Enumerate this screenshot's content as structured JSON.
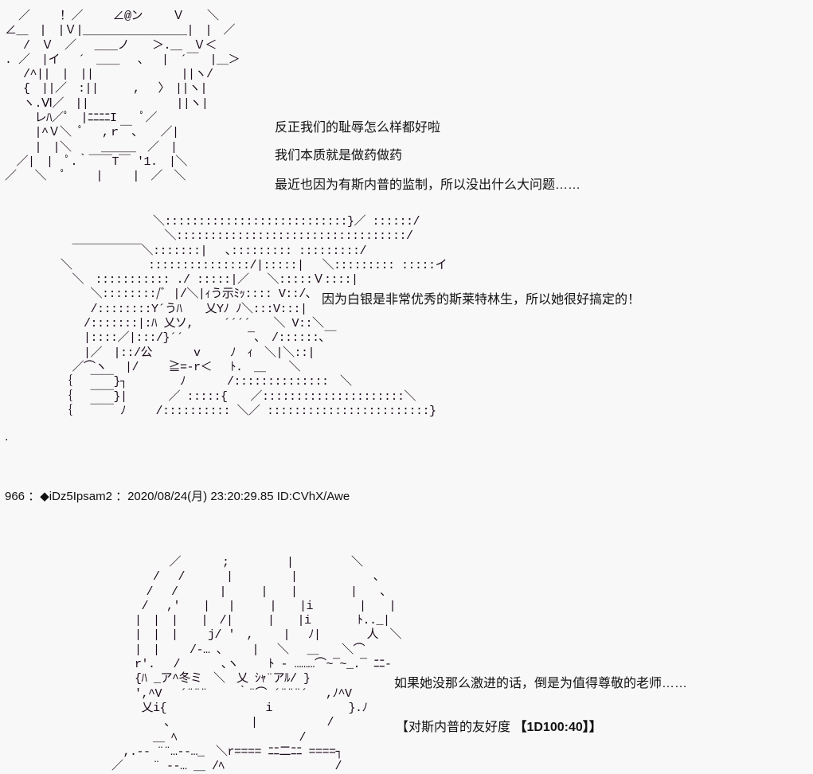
{
  "post1": {
    "art": [
      "  ／　　 ！／　　 ∠@ン　　 Ｖ　　＼",
      "∠＿　|　|Ｖ|＿＿＿＿＿＿＿＿＿|　|　／",
      "　 /　Ｖ　／　 ＿＿ノ　　＞.＿　Ｖ＜",
      ". ／　|イ　 ´　＿＿　 ､　 |　´￣　|＿＞",
      "　 /^||　|　||　　　　　　　 ||ヽ/",
      "　 {　||／　:||　　　,　 〉　||ヽ|",
      "　 ヽ.Ⅵ／　||　　　　　　　 ||ヽ|",
      "　　 レﾊ／ﾟ　|ﾆﾆﾆﾆI　　ﾟ／",
      "　　 |^Ｖ＼ ﾟ　 ,ｒ￣､　　／|",
      "　　 |　|＼　　 ＿＿＿　／　|",
      "　／|　|　ﾟ.｀￣￣T￣ '1.　|＼",
      "／　 ＼　 ﾟ　　 |　　 |　／　＼"
    ],
    "lines": [
      "反正我们的耻辱怎么样都好啦",
      "我们本质就是做药做药",
      "最近也因为有斯内普的监制，所以没出什么大问题……"
    ]
  },
  "post2": {
    "art": [
      "　　　　　　　　＼:::::::::::::::::::::::::::}／ ::::::/",
      "　　　　　　　　　＼::::::::::::::::::::::::::::::::::/",
      "　￣￣￣￣￣￣＼:::::::|　 ､::::::::: :::::::::/",
      "＼　　　　　　 :::::::::::::::/|:::::|　 ＼::::::::: :::::イ",
      "　＼　::::::::::: ./ :::::|／　 ＼:::::Ｖ::::|",
      "　　 ＼::::::::/ﾞ |/＼|ｨう示ﾐｯ:::: V::/､",
      "　　 /::::::::Y´うﾊ　　乂Yﾉ ﾉ＼:::V:::|",
      "　　/:::::::|:ﾊ 乂ソ,　　 ´´´´　　＼ V::＼",
      "　　|::::／|:::/}´´　　　　　 ¯､　/::::::､￣",
      "　　|／　|::/公　　　 v　　 ﾉ　ｨ　＼|＼::|",
      "　／⌒ヽ　 |/　　 ≧=‐r＜　 ﾄ.　＿　　＼",
      "｛　 ￣￣}┐　　　　 ﾉ　　　 /::::::::::::::　＼",
      "｛　 ￣￣}|　　　 ／ :::::{　　／:::::::::::::::::::::＼",
      "｛　 ￣￣ ﾉ　　 /:::::::::: ＼／ ::::::::::::::::::::::::}"
    ],
    "lines": [
      "因为白银是非常优秀的斯莱特林生，所以她很好搞定的！"
    ]
  },
  "post_header": "966 ：◆iDz5Ipsam2 ：2020/08/24(月) 23:20:29.85 ID:CVhX/Awe",
  "post3": {
    "art": [
      "　　　　　／　　　 ;　　　　　|　　　　　＼",
      "　　　 /　 /　　　 |　　　　　|　　　　　　 ､",
      "　　　/　 /　　　 |　　　|　　|　　　　 |　　､",
      "　　 /　 ,'　　|　 |　　　|　　|i　　　　|　　|",
      "　　|　|　|　　|　/|　　　|　　|i　　　　ﾄ.._|",
      "　　|　|　|　　 j/ '　,　　 |　 ﾉ|　　　　人　＼",
      "　　|　|　　 /‐… ､　　 |　 ＼　 ＿　　＼⌒",
      "　　r'.　 /　　　 ､ヽ　　 ﾄ - ………⌒~¯~_.¯ ﾆﾆ‐",
      "　　{ﾊ _ア^冬ミ　＼　乂 ｼｬ¨アﾙ/ }",
      "　　',^V　 ´¨¨¨　　 ｀¨⌒ ´¨¨¨´　 ,ﾉ^V",
      "　　 乂i{　　　　　　　　 i　　　　　　 }.ﾉ",
      "　　　　 ､　　　　　　　|　　　　　　/",
      "　　　 ＿ ﾍ　　　　　　　　　　 /",
      "　,.-‐ ¨¨…‐‐…_　＼r==== ﾆﾆ二ﾆﾆ ====┐",
      "／　　 ¨ ‐‐… ＿ /ﾍ　　　　　　　　　 /"
    ],
    "lines": [
      "如果她没那么激进的话，倒是为值得尊敬的老师……"
    ],
    "dice_label": "【对斯内普的友好度",
    "dice_result": "【1D100:40】】"
  },
  "stray_dot": "."
}
